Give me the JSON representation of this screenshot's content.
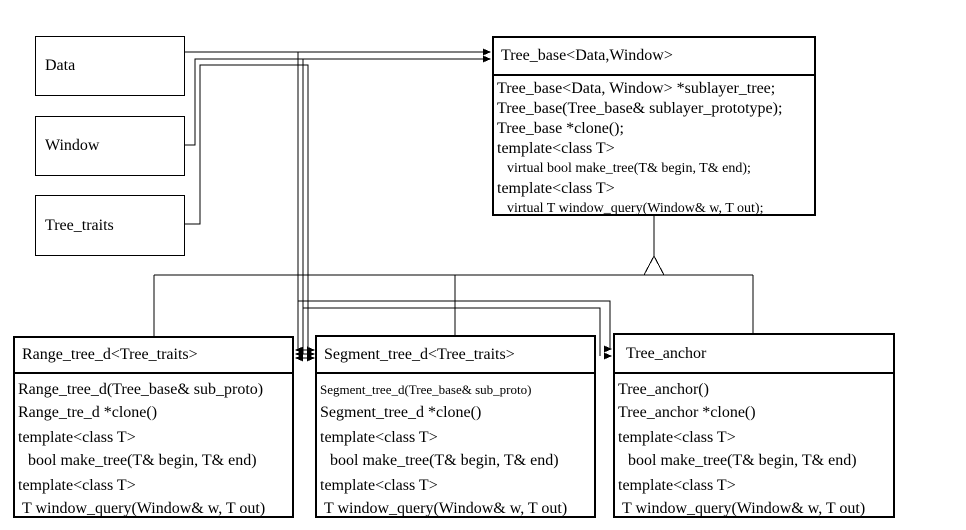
{
  "diagram": {
    "description": "Class diagram of tree layering design",
    "colors": {
      "line": "#000000",
      "background": "#ffffff",
      "text": "#000000"
    },
    "param_boxes": [
      {
        "label": "Data"
      },
      {
        "label": "Window"
      },
      {
        "label": "Tree_traits"
      }
    ],
    "classes": {
      "tree_base": {
        "title": "Tree_base<Data,Window>",
        "members": [
          "Tree_base<Data, Window> *sublayer_tree;",
          "Tree_base(Tree_base& sublayer_prototype);",
          "Tree_base *clone();",
          "template<class T>",
          "virtual bool make_tree(T& begin, T& end);",
          "template<class T>",
          "virtual T window_query(Window& w, T out);"
        ]
      },
      "range_tree": {
        "title": "Range_tree_d<Tree_traits>",
        "members": [
          "Range_tree_d(Tree_base& sub_proto)",
          "Range_tre_d *clone()",
          "template<class T>",
          "bool make_tree(T& begin, T& end)",
          "template<class T>",
          "T window_query(Window& w, T out)"
        ]
      },
      "segment_tree": {
        "title": "Segment_tree_d<Tree_traits>",
        "members": [
          "Segment_tree_d(Tree_base& sub_proto)",
          "Segment_tree_d *clone()",
          "template<class T>",
          "bool make_tree(T& begin, T& end)",
          "template<class T>",
          "T window_query(Window& w, T out)"
        ]
      },
      "tree_anchor": {
        "title": "Tree_anchor",
        "members": [
          "Tree_anchor()",
          "Tree_anchor *clone()",
          "template<class T>",
          "bool make_tree(T& begin, T& end)",
          "template<class T>",
          "T window_query(Window& w, T out)"
        ]
      }
    }
  }
}
